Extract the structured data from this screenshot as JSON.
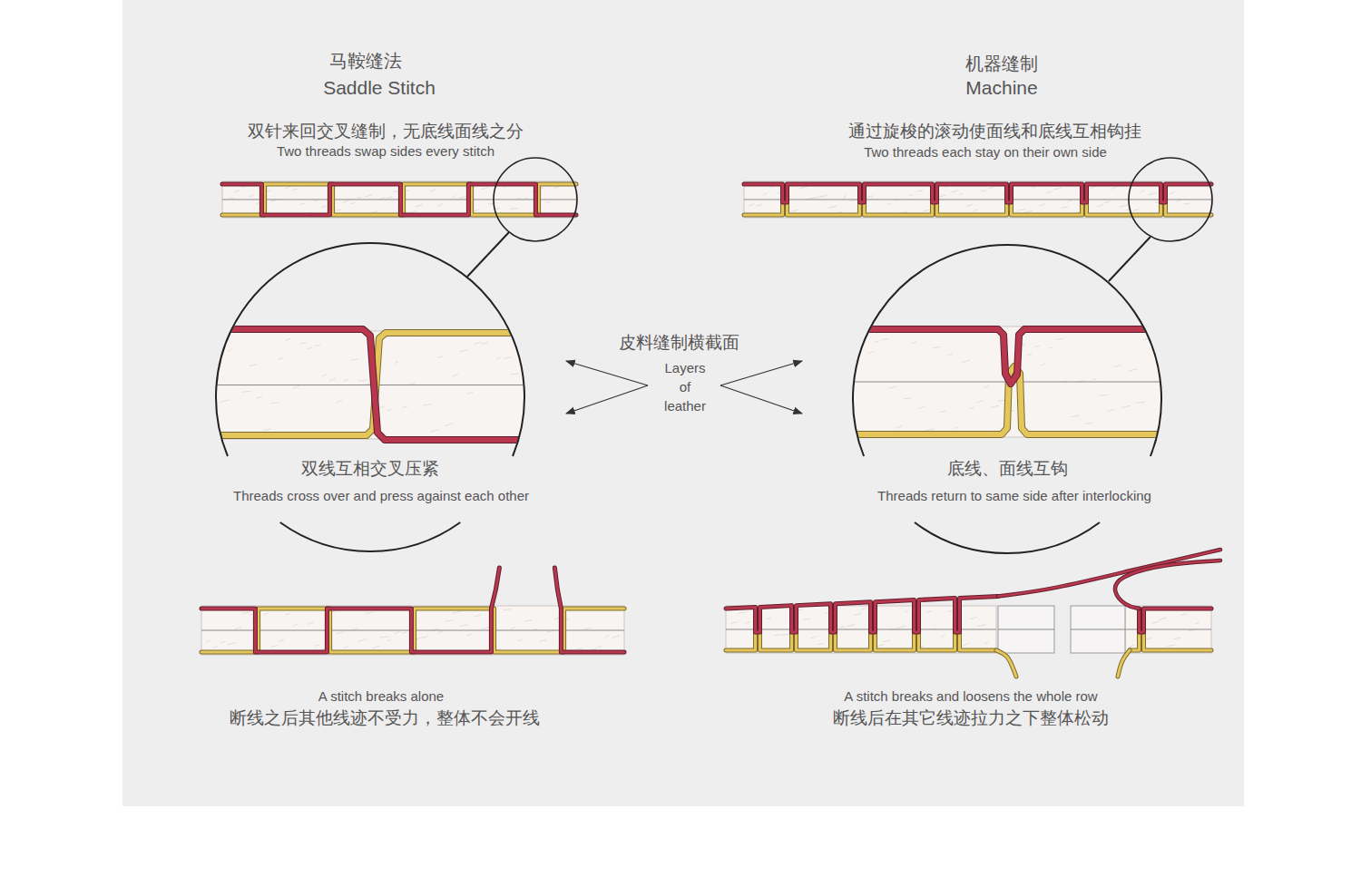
{
  "diagram": {
    "labels": [
      "马鞍缝法",
      "Saddle Stitch",
      "双针来回交叉缝制，无底线面线之分",
      "Two threads swap sides every stitch",
      "机器缝制",
      "Machine",
      "通过旋梭的滚动使面线和底线互相钩挂",
      "Two threads each stay on their own side",
      "皮料缝制横截面",
      "Layers of leather",
      "双线互相交叉压紧",
      "Threads cross over and press against each other",
      "底线、面线互钩",
      "Threads return to same side after interlocking",
      "A stitch breaks alone",
      "断线之后其他线迹不受力，整体不会开线",
      "A stitch breaks and loosens the whole row",
      "断线后在其它线迹拉力之下整体松动"
    ]
  }
}
